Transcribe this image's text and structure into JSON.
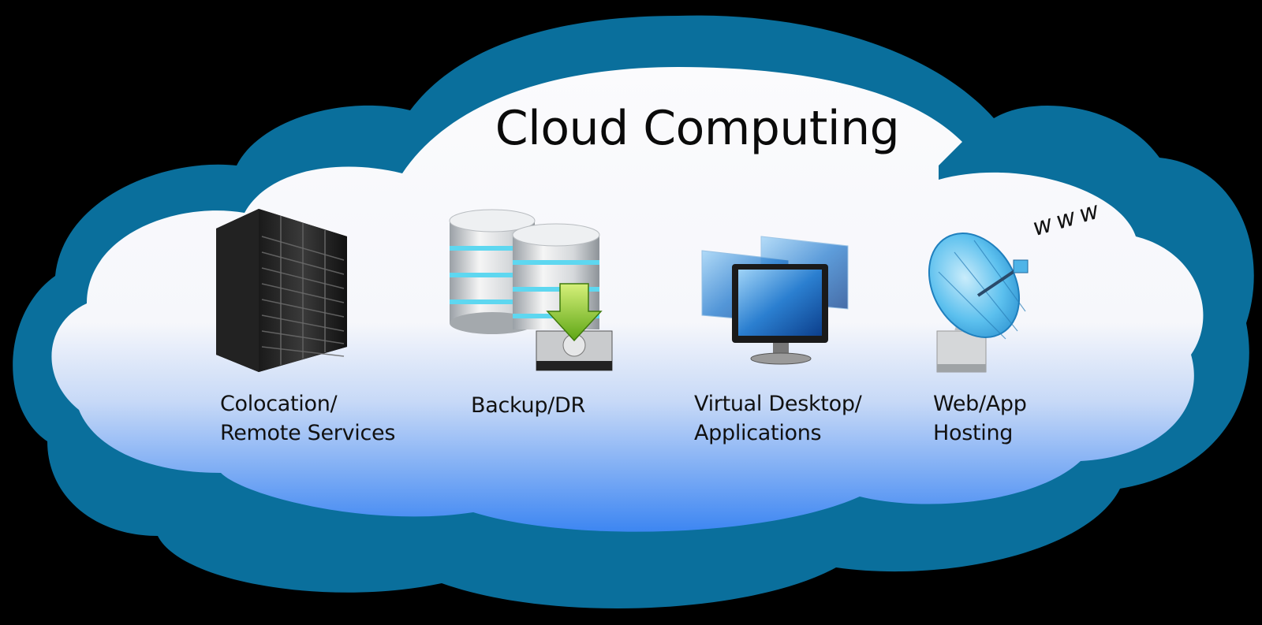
{
  "diagram": {
    "title": "Cloud Computing",
    "services": [
      {
        "lines": [
          "Colocation/",
          "Remote Services"
        ],
        "icon": "server-rack-icon"
      },
      {
        "lines": [
          "Backup/DR"
        ],
        "icon": "database-backup-icon"
      },
      {
        "lines": [
          "Virtual Desktop/",
          "Applications"
        ],
        "icon": "virtual-desktop-icon"
      },
      {
        "lines": [
          "Web/App",
          "Hosting"
        ],
        "icon": "satellite-dish-icon"
      }
    ],
    "dish_text": "www"
  },
  "colors": {
    "background": "#000000",
    "cloud_outline": "#0a6f9c",
    "cloud_fill_top": "#fbfbfd",
    "cloud_fill_bottom": "#3d86f2"
  }
}
